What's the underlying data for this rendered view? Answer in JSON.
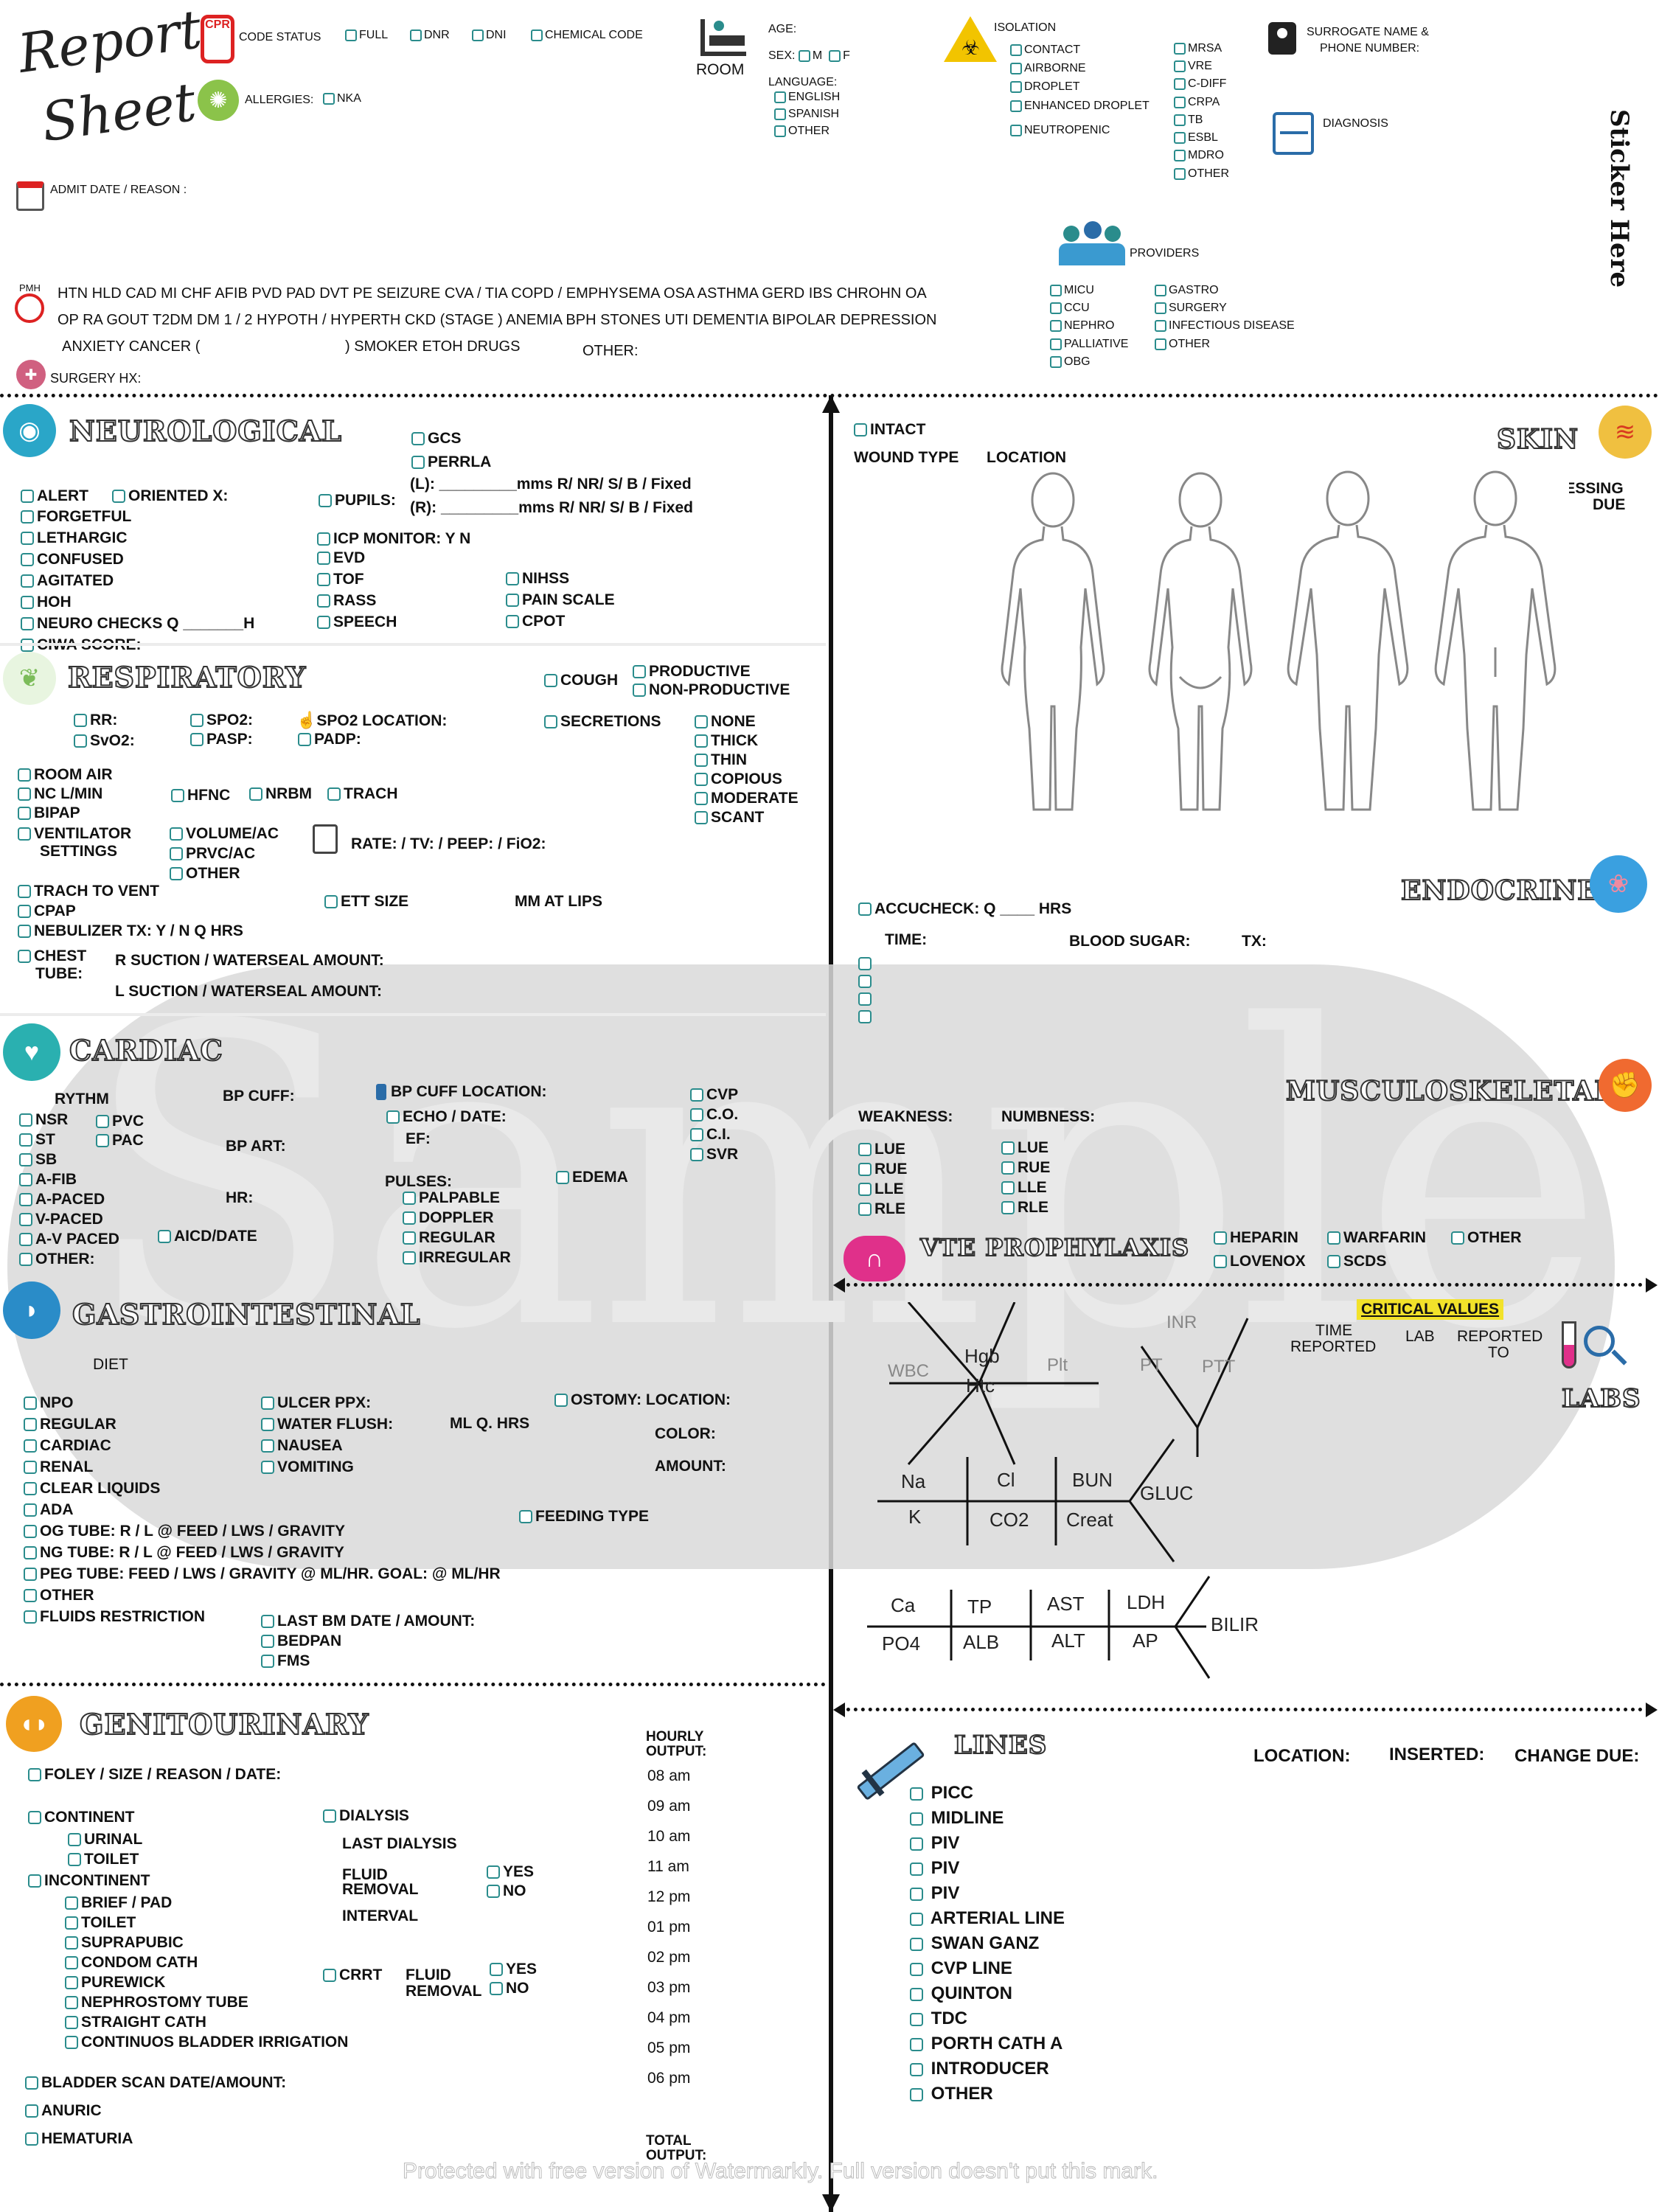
{
  "header": {
    "title_line1": "Report",
    "title_line2": "Sheet",
    "cpr_badge": "CPR",
    "code_status_label": "CODE STATUS",
    "code_options": [
      "FULL",
      "DNR",
      "DNI",
      "CHEMICAL CODE"
    ],
    "allergies_label": "ALLERGIES:",
    "nka": "NKA",
    "admit_label": "ADMIT DATE / REASON :",
    "room_label": "ROOM",
    "age_label": "AGE:",
    "sex_label": "SEX:",
    "sex_options": [
      "M",
      "F"
    ],
    "language_label": "LANGUAGE:",
    "languages": [
      "ENGLISH",
      "SPANISH",
      "OTHER"
    ],
    "isolation_label": "ISOLATION",
    "isolation_options": [
      "CONTACT",
      "AIRBORNE",
      "DROPLET",
      "ENHANCED DROPLET",
      "NEUTROPENIC"
    ],
    "organisms": [
      "MRSA",
      "VRE",
      "C-DIFF",
      "CRPA",
      "TB",
      "ESBL",
      "MDRO",
      "OTHER"
    ],
    "surrogate_label_1": "SURROGATE NAME &",
    "surrogate_label_2": "PHONE NUMBER:",
    "diagnosis_label": "DIAGNOSIS",
    "sticker": "Sticker Here",
    "providers_label": "PROVIDERS",
    "providers_col1": [
      "MICU",
      "CCU",
      "NEPHRO",
      "PALLIATIVE",
      "OBG"
    ],
    "providers_col2": [
      "GASTRO",
      "SURGERY",
      "INFECTIOUS DISEASE",
      "OTHER"
    ],
    "pmh_label": "PMH",
    "pmh_line1": "HTN   HLD   CAD   MI   CHF   AFIB   PVD   PAD   DVT  PE   SEIZURE   CVA / TIA   COPD / EMPHYSEMA   OSA   ASTHMA   GERD    IBS    CHROHN   OA",
    "pmh_line2": "OP   RA    GOUT    T2DM  DM 1 / 2    HYPOTH / HYPERTH    CKD (STAGE  )    ANEMIA   BPH   STONES   UTI    DEMENTIA   BIPOLAR   DEPRESSION",
    "pmh_line3a": "ANXIETY    CANCER (",
    "pmh_line3b": ")    SMOKER   ETOH    DRUGS",
    "pmh_other": "OTHER:",
    "surgery_label": "SURGERY HX:"
  },
  "neuro": {
    "title": "NEUROLOGICAL",
    "gcs": "GCS",
    "perrla": "PERRLA",
    "pupils_label": "PUPILS:",
    "pupil_l": "(L):   _________mms    R/  NR/  S/ B / Fixed",
    "pupil_r": "(R):   _________mms    R/  NR/  S/ B / Fixed",
    "alert": "ALERT",
    "oriented": "ORIENTED X:",
    "loc": [
      "FORGETFUL",
      "LETHARGIC",
      "CONFUSED",
      "AGITATED",
      "HOH"
    ],
    "neuro_checks": "NEURO CHECKS Q _______H",
    "ciwa": "CIWA SCORE:",
    "icp": "ICP MONITOR:  Y     N",
    "monitors": [
      "EVD",
      "TOF",
      "RASS",
      "SPEECH"
    ],
    "scales": [
      "NIHSS",
      "PAIN SCALE",
      "CPOT"
    ]
  },
  "resp": {
    "title": "RESPIRATORY",
    "cough": "COUGH",
    "cough_types": [
      "PRODUCTIVE",
      "NON-PRODUCTIVE"
    ],
    "rr": "RR:",
    "svo2": "SvO2:",
    "spo2": "SPO2:",
    "pasp": "PASP:",
    "spo2_loc": "SPO2 LOCATION:",
    "padp": "PADP:",
    "secretions": "SECRETIONS",
    "secretion_types": [
      "NONE",
      "THICK",
      "THIN",
      "COPIOUS",
      "MODERATE",
      "SCANT"
    ],
    "room_air": "ROOM AIR",
    "nc": "NC        L/MIN",
    "bipap": "BIPAP",
    "hfnc": "HFNC",
    "nrbm": "NRBM",
    "trach": "TRACH",
    "vent_1": "VENTILATOR",
    "vent_2": "SETTINGS",
    "vent_modes": [
      "VOLUME/AC",
      "PRVC/AC",
      "OTHER"
    ],
    "vent_params": "RATE:        / TV:            / PEEP:      / FiO2:",
    "trach_vent": "TRACH TO VENT",
    "cpap": "CPAP",
    "ett": "ETT SIZE",
    "mm_lips": "MM  AT LIPS",
    "neb": "NEBULIZER TX:  Y  /  N         Q         HRS",
    "chest_1": "CHEST",
    "chest_2": "TUBE:",
    "chest_r": "R         SUCTION   /   WATERSEAL       AMOUNT:",
    "chest_l": "L         SUCTION   /   WATERSEAL       AMOUNT:"
  },
  "cardiac": {
    "title": "CARDIAC",
    "rhythm": "RYTHM",
    "rhythms": [
      "NSR",
      "ST",
      "SB",
      "A-FIB",
      "A-PACED",
      "V-PACED",
      "A-V PACED"
    ],
    "other": "OTHER:",
    "pvc": "PVC",
    "pac": "PAC",
    "aicd": "AICD/DATE",
    "bp_cuff": "BP CUFF:",
    "bp_art": "BP ART:",
    "hr": "HR:",
    "bp_loc": "BP CUFF LOCATION:",
    "echo": "ECHO / DATE:",
    "ef": "EF:",
    "pulses": "PULSES:",
    "pulse_types": [
      "PALPABLE",
      "DOPPLER",
      "REGULAR",
      "IRREGULAR"
    ],
    "edema": "EDEMA",
    "hemo": [
      "CVP",
      "C.O.",
      "C.I.",
      "SVR"
    ]
  },
  "gi": {
    "title": "GASTROINTESTINAL",
    "diet": "DIET",
    "diets": [
      "NPO",
      "REGULAR",
      "CARDIAC",
      "RENAL",
      "CLEAR LIQUIDS",
      "ADA"
    ],
    "ulcer": "ULCER PPX:",
    "water": "WATER FLUSH:",
    "ml_q": "ML Q.   HRS",
    "nausea": "NAUSEA",
    "vomiting": "VOMITING",
    "ostomy": "OSTOMY:  LOCATION:",
    "color": "COLOR:",
    "amount": "AMOUNT:",
    "og": "OG TUBE:  R   /   L @               FEED   / LWS   / GRAVITY",
    "ng": "NG TUBE:  R   /   L @               FEED   / LWS   / GRAVITY",
    "feeding": "FEEDING TYPE",
    "peg": "PEG  TUBE:     FEED   / LWS  / GRAVITY      @          ML/HR.  GOAL: @             ML/HR",
    "other": "OTHER",
    "fluids": "FLUIDS RESTRICTION",
    "last_bm": "LAST BM DATE / AMOUNT:",
    "bedpan": "BEDPAN",
    "fms": "FMS"
  },
  "gu": {
    "title": "GENITOURINARY",
    "foley": "FOLEY / SIZE / REASON / DATE:",
    "continent": "CONTINENT",
    "cont_sub": [
      "URINAL",
      "TOILET"
    ],
    "incontinent": "INCONTINENT",
    "incont_sub": [
      "BRIEF / PAD",
      "TOILET",
      "SUPRAPUBIC",
      "CONDOM CATH",
      "PUREWICK",
      "NEPHROSTOMY TUBE",
      "STRAIGHT CATH",
      "CONTINUOS BLADDER IRRIGATION"
    ],
    "dialysis": "DIALYSIS",
    "last_dialysis": "LAST DIALYSIS",
    "fluid_1": "FLUID",
    "fluid_2": "REMOVAL",
    "yes": "YES",
    "no": "NO",
    "interval": "INTERVAL",
    "crrt": "CRRT",
    "bladder": "BLADDER SCAN DATE/AMOUNT:",
    "anuric": "ANURIC",
    "hematuria": "HEMATURIA",
    "hourly_1": "HOURLY",
    "hourly_2": "OUTPUT:",
    "hours": [
      "08 am",
      "09 am",
      "10 am",
      "11 am",
      "12 pm",
      "01 pm",
      "02 pm",
      "03 pm",
      "04 pm",
      "05 pm",
      "06 pm"
    ],
    "total_1": "TOTAL",
    "total_2": "OUTPUT:"
  },
  "skin": {
    "title": "SKIN",
    "intact": "INTACT",
    "wound": "WOUND TYPE",
    "location": "LOCATION",
    "dressing_1": "DRESSING",
    "dressing_2": "DUE"
  },
  "endo": {
    "title": "ENDOCRINE",
    "accu": "ACCUCHECK: Q  ____  HRS",
    "time": "TIME:",
    "bs": "BLOOD SUGAR:",
    "tx": "TX:"
  },
  "msk": {
    "title": "MUSCULOSKELETAL",
    "weakness": "WEAKNESS:",
    "numbness": "NUMBNESS:",
    "limbs": [
      "LUE",
      "RUE",
      "LLE",
      "RLE"
    ]
  },
  "vte": {
    "title": "VTE PROPHYLAXIS",
    "opts": [
      "HEPARIN",
      "LOVENOX",
      "WARFARIN",
      "SCDS",
      "OTHER"
    ]
  },
  "labs": {
    "title": "LABS",
    "critical": "CRITICAL VALUES",
    "time_1": "TIME",
    "time_2": "REPORTED",
    "lab": "LAB",
    "rep_1": "REPORTED",
    "rep_2": "TO",
    "cbc": [
      "WBC",
      "Hgb",
      "Htc",
      "Plt"
    ],
    "coag": [
      "INR",
      "PT",
      "PTT"
    ],
    "bmp": [
      "Na",
      "Cl",
      "BUN",
      "K",
      "CO2",
      "Creat",
      "GLUC"
    ],
    "lft": [
      "Ca",
      "TP",
      "AST",
      "LDH",
      "PO4",
      "ALB",
      "ALT",
      "AP",
      "BILIR"
    ]
  },
  "lines": {
    "title": "LINES",
    "location": "LOCATION:",
    "inserted": "INSERTED:",
    "change": "CHANGE DUE:",
    "items": [
      "PICC",
      "MIDLINE",
      "PIV",
      "PIV",
      "PIV",
      "ARTERIAL LINE",
      "SWAN GANZ",
      "CVP LINE",
      "QUINTON",
      "TDC",
      "PORTH CATH A",
      "INTRODUCER",
      "OTHER"
    ]
  },
  "watermark": {
    "big": "Sample",
    "footer": "Protected with free version of Watermarkly. Full version doesn't put this mark."
  },
  "colors": {
    "teal": "#2a8c8c",
    "neuro": "#2aa6c8",
    "resp": "#9ad07a",
    "cardiac": "#2ab0b0",
    "gi": "#2a8cc8",
    "gu": "#f0a020",
    "skin": "#f0c040",
    "endo": "#3aa0e0",
    "msk": "#f06a30",
    "vte": "#e0308a"
  }
}
